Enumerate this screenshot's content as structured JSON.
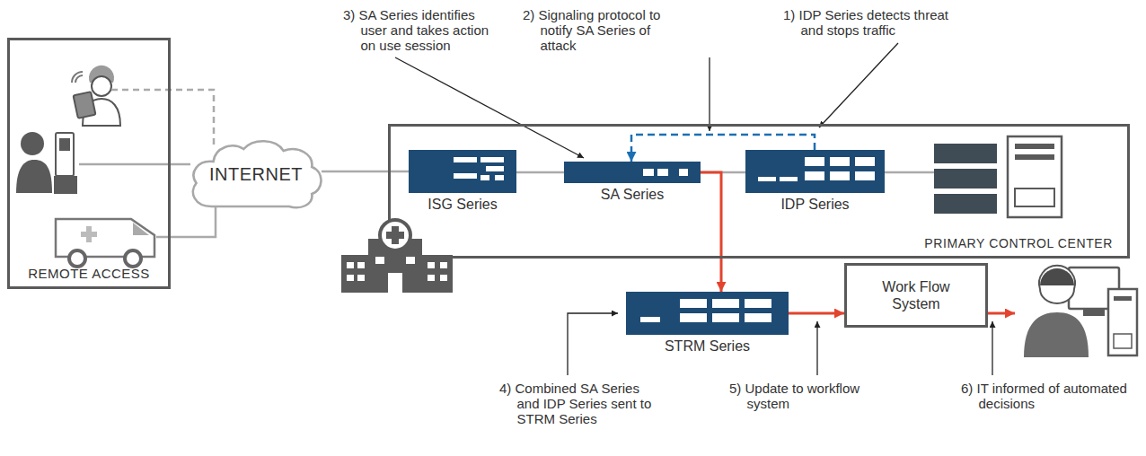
{
  "diagram": {
    "nodes": [
      {
        "text": [
          "REMOTE ACCESS"
        ]
      },
      {
        "text": [
          "INTERNET"
        ]
      },
      {
        "text": [
          "PRIMARY CONTROL CENTER"
        ]
      },
      {
        "text": [
          "ISG Series"
        ],
        "in": 2
      },
      {
        "text": [
          "SA Series"
        ],
        "in": 2
      },
      {
        "text": [
          "IDP Series"
        ],
        "in": 2
      },
      {
        "text": [
          "STRM Series"
        ]
      },
      {
        "text": [
          "Work Flow System"
        ]
      }
    ],
    "edges": [
      {
        "from": 0,
        "to": 1,
        "arrow": "none"
      },
      {
        "from": 1,
        "to": 3,
        "arrow": "none"
      },
      {
        "from": 3,
        "to": 4,
        "arrow": "none"
      },
      {
        "from": 4,
        "to": 5,
        "arrow": "none"
      },
      {
        "from": 5,
        "to": 4,
        "arrow": "to"
      },
      {
        "from": 4,
        "to": 6,
        "arrow": "to"
      },
      {
        "from": 6,
        "to": 7,
        "arrow": "to"
      }
    ],
    "labels": [
      "3) SA Series identifies user and takes action on use session",
      "2) Signaling protocol to notify SA Series of attack",
      "1) IDP Series detects threat and stops traffic",
      "4) Combined SA Series and IDP Series sent to STRM Series",
      "5) Update to workflow system",
      "6) IT informed of automated decisions"
    ]
  }
}
